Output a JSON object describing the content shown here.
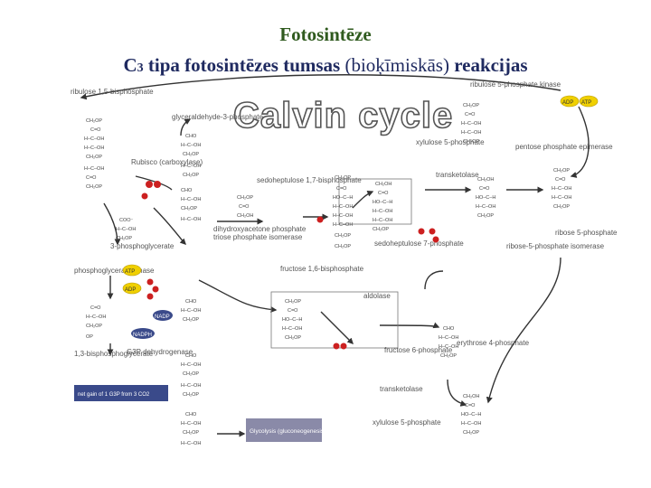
{
  "header": {
    "title": "Fotosintēze",
    "subtitle_prefix": "C",
    "subtitle_subscript": "3",
    "subtitle_main": " tipa fotosintēzes tumsas ",
    "subtitle_paren": "(bioķīmiskās)",
    "subtitle_suffix": " reakcijas"
  },
  "diagram": {
    "banner": "Calvin cycle",
    "cofactors": {
      "adp": "ADP",
      "atp": "ATP",
      "nadp": "NADP",
      "nadph": "NADPH"
    },
    "colors": {
      "adp": "#f0d000",
      "atp": "#f0d000",
      "nadp": "#3a4a8a",
      "nadph": "#3a4a8a",
      "co2": "#cc2020",
      "dark_box": "#3a4a8a",
      "glycolysis_box": "#8a8aa8",
      "title_green": "#2f5a1e",
      "title_navy": "#1f2a60"
    },
    "labels": {
      "ribulose_bisphosphate": "ribulose 1,5-bisphosphate",
      "glyceraldehyde_phosphate": "glyceraldehyde-3-phosphate",
      "ribulose_5_phosphate_kinase": "ribulose 5-phosphate kinase",
      "rubisco": "Rubisco (carboxylase)",
      "three_phosphoglycerate": "3-phosphoglycerate",
      "phosphoglycerate_kinase": "phosphoglycerate kinase",
      "bisphosphoglycerate": "1,3-bisphosphoglycerate",
      "dehydrogenase": "G3P dehydrogenase",
      "triose_isomerase": "triose phosphate isomerase",
      "dihydroxyacetone": "dihydroxyacetone phosphate",
      "sedoheptulose_bisphosphate": "sedoheptulose 1,7-bisphosphate",
      "sedoheptulose_phosphate": "sedoheptulose 7-phosphate",
      "xylulose_5_phosphate_top": "xylulose 5-phosphate",
      "xylulose_5_phosphate_bottom": "xylulose 5-phosphate",
      "ribose_5_phosphate": "ribose 5-phosphate",
      "pentose_isomerase": "ribose-5-phosphate isomerase",
      "fructose_bisphosphate": "fructose 1,6-bisphosphate",
      "fructose_phosphate": "fructose 6-phosphate",
      "erythrose_phosphate": "erythrose 4-phosphate",
      "transketolase_top": "transketolase",
      "transketolase_bottom": "transketolase",
      "pentose_epimerase": "pentose phosphate epimerase",
      "aldolase": "aldolase",
      "net_gain": "net gain of 1 G3P from 3 CO2",
      "glycolysis": "Glycolysis (gluconeogenesis)"
    }
  }
}
